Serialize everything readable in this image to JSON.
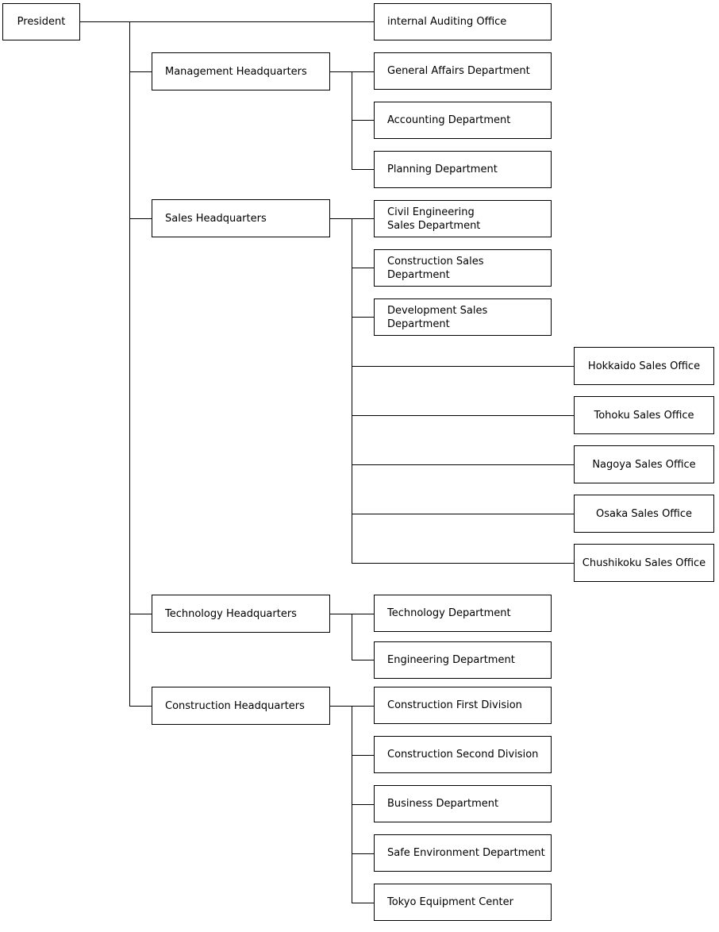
{
  "org": {
    "president": {
      "label": "President"
    },
    "internal_auditing": {
      "label": "internal Auditing Office"
    },
    "management": {
      "label": "Management Headquarters",
      "children": [
        {
          "label": "General Affairs Department"
        },
        {
          "label": "Accounting Department"
        },
        {
          "label": "Planning Department"
        }
      ]
    },
    "sales": {
      "label": "Sales Headquarters",
      "children": [
        {
          "label": "Civil Engineering Sales Department"
        },
        {
          "label": "Construction Sales Department"
        },
        {
          "label": "Development Sales Department"
        },
        {
          "label": "Hokkaido Sales Office"
        },
        {
          "label": "Tohoku Sales Office"
        },
        {
          "label": "Nagoya Sales Office"
        },
        {
          "label": "Osaka Sales Office"
        },
        {
          "label": "Chushikoku Sales Office"
        }
      ]
    },
    "technology": {
      "label": "Technology Headquarters",
      "children": [
        {
          "label": "Technology Department"
        },
        {
          "label": "Engineering Department"
        }
      ]
    },
    "construction": {
      "label": "Construction Headquarters",
      "children": [
        {
          "label": "Construction First Division"
        },
        {
          "label": "Construction Second Division"
        },
        {
          "label": "Business Department"
        },
        {
          "label": "Safe Environment Department"
        },
        {
          "label": "Tokyo Equipment Center"
        }
      ]
    },
    "colors": {
      "border": "#000000",
      "background": "#ffffff",
      "text": "#000000"
    }
  }
}
